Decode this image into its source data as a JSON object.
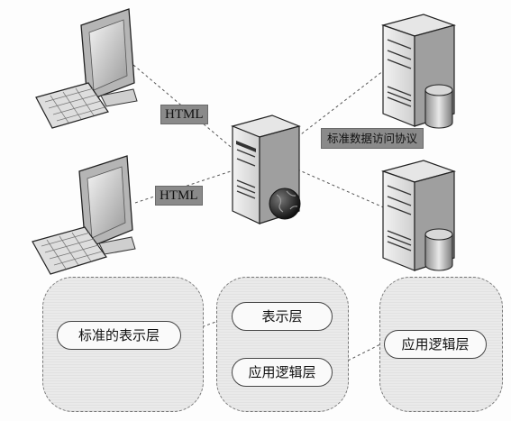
{
  "links": {
    "client_top_label": "HTML",
    "client_bottom_label": "HTML",
    "db_protocol_label": "标准数据访问协议"
  },
  "layers": {
    "left": {
      "label": "标准的表示层"
    },
    "middle": {
      "top_label": "表示层",
      "bottom_label": "应用逻辑层"
    },
    "right": {
      "label": "应用逻辑层"
    }
  }
}
